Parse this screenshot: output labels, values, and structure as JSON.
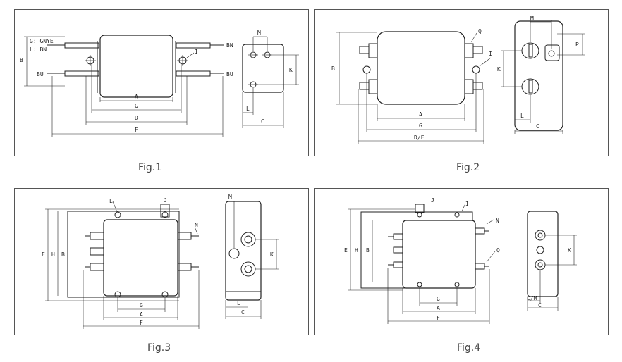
{
  "figures": [
    {
      "caption": "Fig.1",
      "wire_labels": {
        "g": "G: GNYE",
        "l": "L: BN",
        "bn": "BN",
        "bu_left": "BU",
        "bu_right": "BU"
      },
      "dims": {
        "a": "A",
        "g": "G",
        "d": "D",
        "f": "F",
        "b": "B",
        "i": "I",
        "m": "M",
        "k": "K",
        "l": "L",
        "c": "C"
      }
    },
    {
      "caption": "Fig.2",
      "dims": {
        "a": "A",
        "g": "G",
        "df": "D/F",
        "b": "B",
        "q": "Q",
        "i": "I",
        "m": "M",
        "p": "P",
        "k": "K",
        "l": "L",
        "c": "C"
      }
    },
    {
      "caption": "Fig.3",
      "dims": {
        "l_top": "L",
        "j": "J",
        "n": "N",
        "e": "E",
        "h": "H",
        "b": "B",
        "g": "G",
        "a": "A",
        "f": "F",
        "m": "M",
        "k": "K",
        "l": "L",
        "c": "C"
      }
    },
    {
      "caption": "Fig.4",
      "dims": {
        "j": "J",
        "i": "I",
        "n": "N",
        "q": "Q",
        "e": "E",
        "h": "H",
        "b": "B",
        "g": "G",
        "a": "A",
        "f": "F",
        "k": "K",
        "lm": "L/M",
        "c": "C"
      }
    }
  ]
}
